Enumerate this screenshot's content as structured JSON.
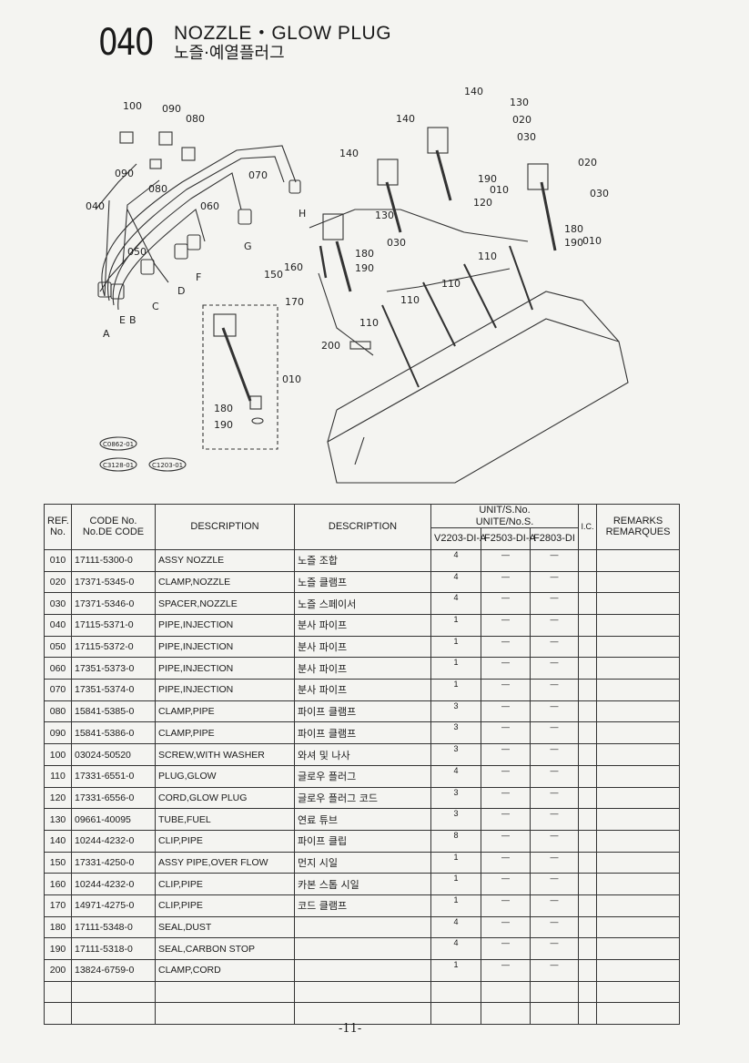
{
  "header": {
    "section_number": "040",
    "title_en": "NOZZLE・GLOW PLUG",
    "title_ko": "노즐·예열플러그"
  },
  "diagram": {
    "labels": [
      "010",
      "020",
      "030",
      "040",
      "050",
      "060",
      "070",
      "080",
      "090",
      "100",
      "110",
      "120",
      "130",
      "140",
      "150",
      "160",
      "170",
      "180",
      "190",
      "200",
      "A",
      "B",
      "C",
      "D",
      "E",
      "F",
      "G",
      "H"
    ],
    "codes": [
      "C0862-01",
      "C3128-01",
      "C1203-01"
    ]
  },
  "table": {
    "headers": {
      "ref_line1": "REF.",
      "ref_line2": "No.",
      "code_line1": "CODE No.",
      "code_line2": "No.DE CODE",
      "description_en": "DESCRIPTION",
      "description_ko": "DESCRIPTION",
      "unit_line1": "UNIT/S.No.",
      "unit_line2": "UNITE/No.S.",
      "models": [
        "V2203-DI-A",
        "F2503-DI-A",
        "F2803-DI"
      ],
      "ic": "I.C.",
      "remarks_line1": "REMARKS",
      "remarks_line2": "REMARQUES"
    },
    "rows": [
      {
        "ref": "010",
        "code": "17111-5300-0",
        "desc_en": "ASSY NOZZLE",
        "desc_ko": "노즐 조합",
        "q1": "4",
        "q2": "—",
        "q3": "—"
      },
      {
        "ref": "020",
        "code": "17371-5345-0",
        "desc_en": "CLAMP,NOZZLE",
        "desc_ko": "노즐 클램프",
        "q1": "4",
        "q2": "—",
        "q3": "—"
      },
      {
        "ref": "030",
        "code": "17371-5346-0",
        "desc_en": "SPACER,NOZZLE",
        "desc_ko": "노즐 스페이서",
        "q1": "4",
        "q2": "—",
        "q3": "—"
      },
      {
        "ref": "040",
        "code": "17115-5371-0",
        "desc_en": "PIPE,INJECTION",
        "desc_ko": "분사 파이프",
        "q1": "1",
        "q2": "—",
        "q3": "—"
      },
      {
        "ref": "050",
        "code": "17115-5372-0",
        "desc_en": "PIPE,INJECTION",
        "desc_ko": "분사 파이프",
        "q1": "1",
        "q2": "—",
        "q3": "—"
      },
      {
        "ref": "060",
        "code": "17351-5373-0",
        "desc_en": "PIPE,INJECTION",
        "desc_ko": "분사 파이프",
        "q1": "1",
        "q2": "—",
        "q3": "—"
      },
      {
        "ref": "070",
        "code": "17351-5374-0",
        "desc_en": "PIPE,INJECTION",
        "desc_ko": "분사 파이프",
        "q1": "1",
        "q2": "—",
        "q3": "—"
      },
      {
        "ref": "080",
        "code": "15841-5385-0",
        "desc_en": "CLAMP,PIPE",
        "desc_ko": "파이프 클램프",
        "q1": "3",
        "q2": "—",
        "q3": "—"
      },
      {
        "ref": "090",
        "code": "15841-5386-0",
        "desc_en": "CLAMP,PIPE",
        "desc_ko": "파이프 클램프",
        "q1": "3",
        "q2": "—",
        "q3": "—"
      },
      {
        "ref": "100",
        "code": "03024-50520",
        "desc_en": "SCREW,WITH WASHER",
        "desc_ko": "와셔 및 나사",
        "q1": "3",
        "q2": "—",
        "q3": "—"
      },
      {
        "ref": "110",
        "code": "17331-6551-0",
        "desc_en": "PLUG,GLOW",
        "desc_ko": "글로우 플러그",
        "q1": "4",
        "q2": "—",
        "q3": "—"
      },
      {
        "ref": "120",
        "code": "17331-6556-0",
        "desc_en": "CORD,GLOW PLUG",
        "desc_ko": "글로우 플러그 코드",
        "q1": "3",
        "q2": "—",
        "q3": "—"
      },
      {
        "ref": "130",
        "code": "09661-40095",
        "desc_en": "TUBE,FUEL",
        "desc_ko": "연료 튜브",
        "q1": "3",
        "q2": "—",
        "q3": "—"
      },
      {
        "ref": "140",
        "code": "10244-4232-0",
        "desc_en": "CLIP,PIPE",
        "desc_ko": "파이프 클립",
        "q1": "8",
        "q2": "—",
        "q3": "—"
      },
      {
        "ref": "150",
        "code": "17331-4250-0",
        "desc_en": "ASSY PIPE,OVER FLOW",
        "desc_ko": "먼지 시일",
        "q1": "1",
        "q2": "—",
        "q3": "—"
      },
      {
        "ref": "160",
        "code": "10244-4232-0",
        "desc_en": "CLIP,PIPE",
        "desc_ko": "카본 스톱 시일",
        "q1": "1",
        "q2": "—",
        "q3": "—"
      },
      {
        "ref": "170",
        "code": "14971-4275-0",
        "desc_en": "CLIP,PIPE",
        "desc_ko": "코드 클램프",
        "q1": "1",
        "q2": "—",
        "q3": "—"
      },
      {
        "ref": "180",
        "code": "17111-5348-0",
        "desc_en": "SEAL,DUST",
        "desc_ko": "",
        "q1": "4",
        "q2": "—",
        "q3": "—"
      },
      {
        "ref": "190",
        "code": "17111-5318-0",
        "desc_en": "SEAL,CARBON STOP",
        "desc_ko": "",
        "q1": "4",
        "q2": "—",
        "q3": "—"
      },
      {
        "ref": "200",
        "code": "13824-6759-0",
        "desc_en": "CLAMP,CORD",
        "desc_ko": "",
        "q1": "1",
        "q2": "—",
        "q3": "—"
      }
    ]
  },
  "footer": {
    "page_number": "-11-"
  }
}
